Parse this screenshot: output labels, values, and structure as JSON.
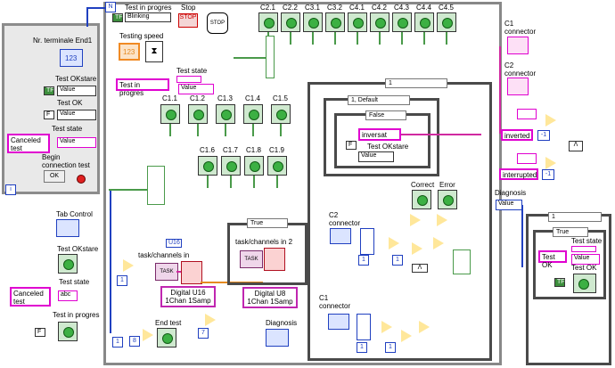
{
  "left_panel": {
    "labels": {
      "nr_terminale": "Nr. terminale End1",
      "test_okstare": "Test OKstare",
      "test_ok": "Test OK",
      "test_state": "Test state",
      "begin_connection": "Begin connection test",
      "canceled_test": "Canceled test",
      "value": "Value",
      "i_box": "i",
      "ok_btn": "OK",
      "num_tf": "TF"
    }
  },
  "left_lower": {
    "tab_control": "Tab Control",
    "test_okstare": "Test OKstare",
    "test_state": "Test state",
    "canceled_test": "Canceled test",
    "test_in_progres": "Test in progres",
    "abc": "abc"
  },
  "top": {
    "n_box": "N",
    "test_in_progres": "Test in progres",
    "blinking": "Blinking",
    "stop": "Stop",
    "stop_sign": "STOP",
    "testing_speed": "Testing speed",
    "speed_num": "123",
    "test_state": "Test state",
    "test_in_progres_pink": "Test in progres",
    "value": "Value"
  },
  "c2_leds": [
    "C2.1",
    "C2.2",
    "C3.1",
    "C3.2",
    "C4.1",
    "C4.2",
    "C4.3",
    "C4.4",
    "C4.5"
  ],
  "c1_leds_row1": [
    "C1.1",
    "C1.2",
    "C1.3",
    "C1.4",
    "C1.5"
  ],
  "c1_leds_row2": [
    "C1.6",
    "C1.7",
    "C1.8",
    "C1.9"
  ],
  "inner": {
    "case_1": "1",
    "case_default": "1, Default",
    "false_case": "False",
    "inversat": "inversat",
    "test_okstare": "Test OKstare",
    "value": "Value",
    "correct": "Correct",
    "error": "Error",
    "c2_connector": "C2 connector",
    "c1_connector": "C1 connector",
    "true_case": "True",
    "task_in2": "task/channels in 2",
    "task": "TASK",
    "task_in": "task/channels in",
    "digital_u16": "Digital U16 1Chan 1Samp",
    "digital_u8": "Digital U8 1Chan 1Samp",
    "u16": "U16",
    "end_test": "End test",
    "diagnosis": "Diagnosis",
    "num_8": "8",
    "num_7": "7",
    "num_1": "1"
  },
  "right": {
    "c1_connector": "C1 connector",
    "c2_connector": "C2 connector",
    "inverted": "inverted",
    "interrupted": "interrupted",
    "diagnosis": "Diagnosis",
    "value": "Value",
    "case_1": "1",
    "true_case": "True",
    "test_state": "Test state",
    "test_ok_pink": "Test OK",
    "test_ok": "Test OK",
    "minus1": "-1"
  }
}
